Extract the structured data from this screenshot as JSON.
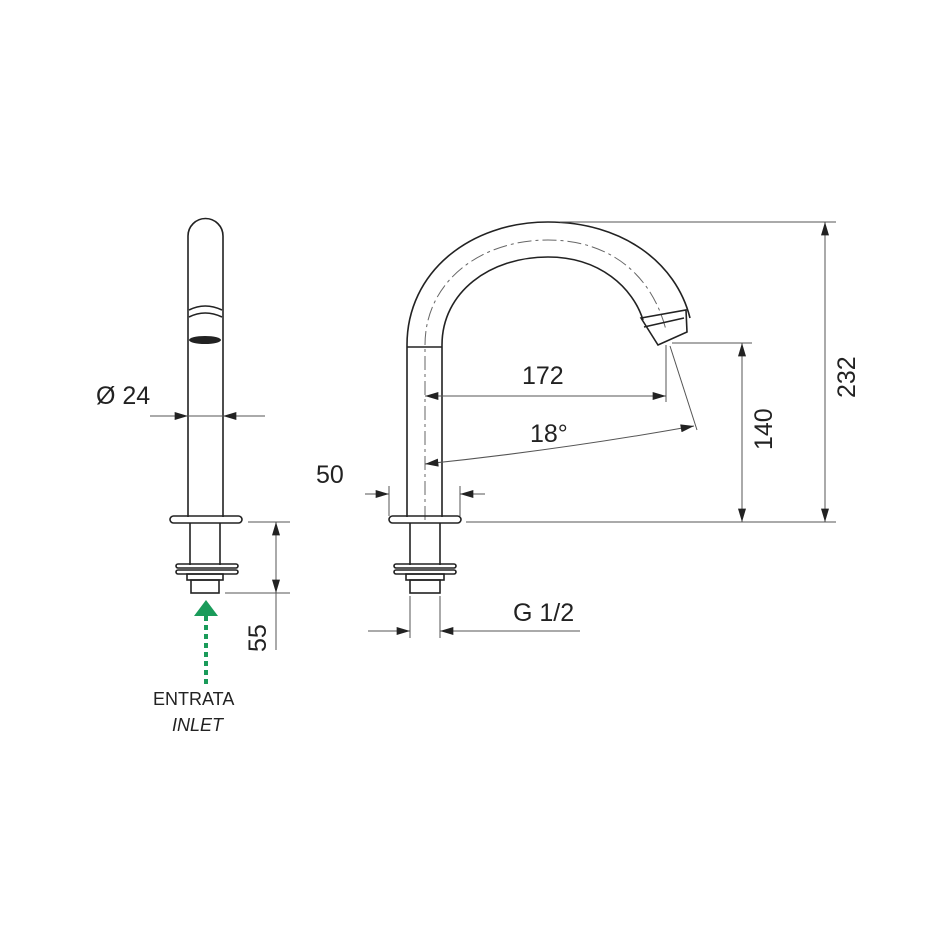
{
  "dimensions": {
    "diameter": "Ø 24",
    "reach": "172",
    "angle": "18°",
    "base_width": "50",
    "spout_height": "140",
    "total_height": "232",
    "shank_length": "55",
    "thread": "G 1/2"
  },
  "inlet": {
    "label_it": "ENTRATA",
    "label_en": "INLET",
    "arrow_color": "#1a9b5a"
  }
}
